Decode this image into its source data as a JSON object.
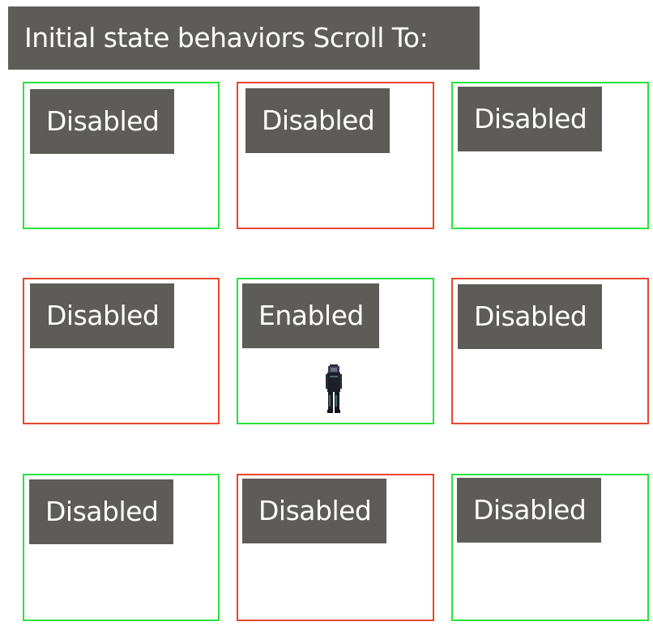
{
  "header": {
    "title": "Initial state behaviors Scroll To:"
  },
  "cells": [
    {
      "label": "Disabled",
      "border_color": "#26e33b",
      "has_character": false
    },
    {
      "label": "Disabled",
      "border_color": "#e8462a",
      "has_character": false
    },
    {
      "label": "Disabled",
      "border_color": "#26e33b",
      "has_character": false
    },
    {
      "label": "Disabled",
      "border_color": "#e8462a",
      "has_character": false
    },
    {
      "label": "Enabled",
      "border_color": "#26e33b",
      "has_character": true
    },
    {
      "label": "Disabled",
      "border_color": "#e8462a",
      "has_character": false
    },
    {
      "label": "Disabled",
      "border_color": "#26e33b",
      "has_character": false
    },
    {
      "label": "Disabled",
      "border_color": "#e8462a",
      "has_character": false
    },
    {
      "label": "Disabled",
      "border_color": "#26e33b",
      "has_character": false
    }
  ],
  "colors": {
    "panel_bg": "#5e5c59",
    "text": "#ffffff",
    "green_border": "#26e33b",
    "red_border": "#e8462a"
  },
  "character": {
    "icon": "pixel-character-sprite"
  }
}
